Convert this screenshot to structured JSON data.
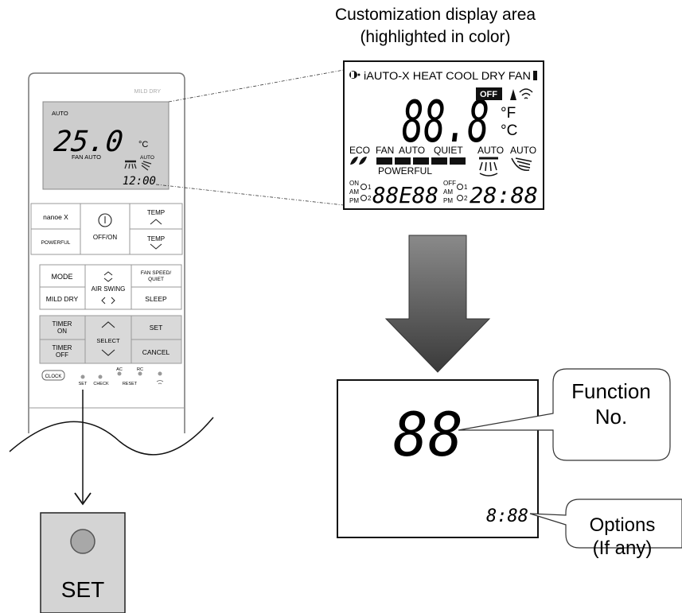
{
  "heading": {
    "line1": "Customization display area",
    "line2": "(highlighted in color)"
  },
  "remote": {
    "mild_dry_small": "MILD DRY",
    "mode_auto": "AUTO",
    "temp_value": "25.0",
    "temp_unit": "°C",
    "fan_auto": "FAN AUTO",
    "swing_auto": "AUTO",
    "clock_value": "12:00",
    "buttons": {
      "nanoex": "nanoe X",
      "powerful": "POWERFUL",
      "off_on": "OFF/ON",
      "temp_up": "TEMP",
      "temp_down": "TEMP",
      "mode": "MODE",
      "air_swing": "AIR SWING",
      "fan_speed_1": "FAN SPEED/",
      "fan_speed_2": "QUIET",
      "mild_dry": "MILD DRY",
      "sleep": "SLEEP",
      "timer_on_1": "TIMER",
      "timer_on_2": "ON",
      "select": "SELECT",
      "set": "SET",
      "timer_off_1": "TIMER",
      "timer_off_2": "OFF",
      "cancel": "CANCEL",
      "clock": "CLOCK"
    },
    "pinholes": {
      "set": "SET",
      "check": "CHECK",
      "ac": "AC",
      "rc": "RC",
      "reset": "RESET"
    }
  },
  "lcd_full": {
    "modes": "iAUTO-X HEAT COOL DRY FAN",
    "big_digits": "88.8",
    "off_badge": "OFF",
    "unit_f": "°F",
    "unit_c": "°C",
    "eco": "ECO",
    "fan": "FAN",
    "auto": "AUTO",
    "quiet": "QUIET",
    "auto2": "AUTO",
    "auto3": "AUTO",
    "powerful": "POWERFUL",
    "on_label": "ON",
    "am_label": "AM",
    "pm_label": "PM",
    "t1": "1",
    "t2": "2",
    "timer_digits_1": "88E88",
    "off_label": "OFF",
    "am_label2": "AM",
    "pm_label2": "PM",
    "t3": "1",
    "t4": "2",
    "timer_digits_2": "28:88"
  },
  "lcd_custom": {
    "function_digits": "88",
    "option_digits": "8:88"
  },
  "callouts": {
    "function_no_1": "Function",
    "function_no_2": "No.",
    "options_1": "Options",
    "options_2": "(If any)"
  },
  "set_button": {
    "label": "SET"
  }
}
